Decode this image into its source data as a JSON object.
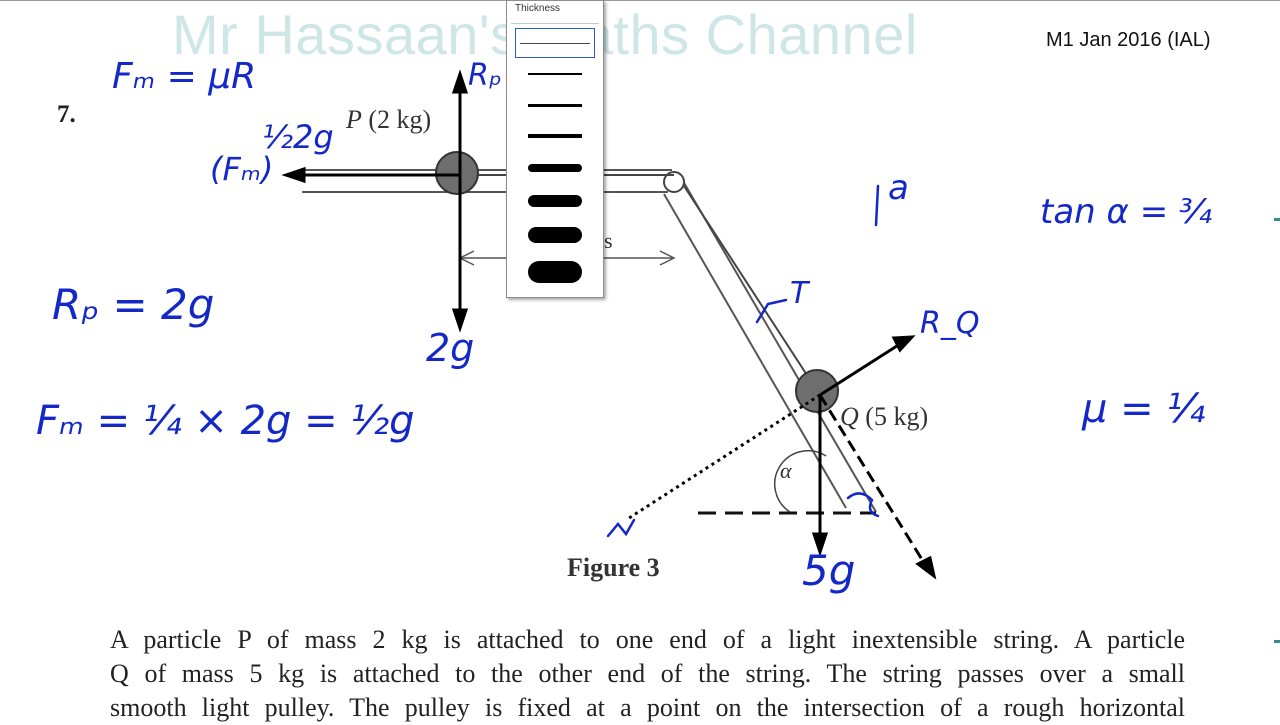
{
  "header": {
    "watermark": "Mr Hassaan's Maths Channel",
    "paper_ref": "M1 Jan 2016 (IAL)"
  },
  "question": {
    "number": "7.",
    "figure_caption": "Figure 3",
    "paragraph_lines": [
      "A particle P of mass 2 kg is attached to one end of a light inextensible string.  A particle",
      "Q of mass 5 kg is attached to the other end of the string.  The string passes over a small",
      "smooth light pulley.  The pulley is fixed at a point on the intersection of a rough horizontal"
    ]
  },
  "diagram": {
    "label_p_name": "P",
    "label_p_mass": "(2 kg)",
    "label_q_name": "Q",
    "label_q_mass": "(5 kg)",
    "label_alpha": "α",
    "label_s": "s"
  },
  "annotations": {
    "friction_formula": "Fₘ = μR",
    "reaction_p": "Rₚ",
    "half_2g": "½2g",
    "friction_symbol": "(Fₘ)",
    "weight_p": "2g",
    "reaction_eq": "Rₚ = 2g",
    "friction_calc": "Fₘ = ¼ × 2g = ½g",
    "accel": "a",
    "tan_alpha": "tan α = ¾",
    "tension": "T",
    "reaction_q": "R_Q",
    "mu": "μ = ¼",
    "weight_q": "5g",
    "angle_mark": "α"
  },
  "thickness_panel": {
    "title": "Thickness",
    "options": [
      {
        "level": 1,
        "selected": true
      },
      {
        "level": 2,
        "selected": false
      },
      {
        "level": 3,
        "selected": false
      },
      {
        "level": 4,
        "selected": false
      },
      {
        "level": 5,
        "selected": false
      },
      {
        "level": 6,
        "selected": false
      },
      {
        "level": 7,
        "selected": false
      },
      {
        "level": 8,
        "selected": false
      }
    ]
  },
  "colors": {
    "ink": "#1428c8",
    "watermark": "#cfe6e6",
    "print": "#222222"
  }
}
